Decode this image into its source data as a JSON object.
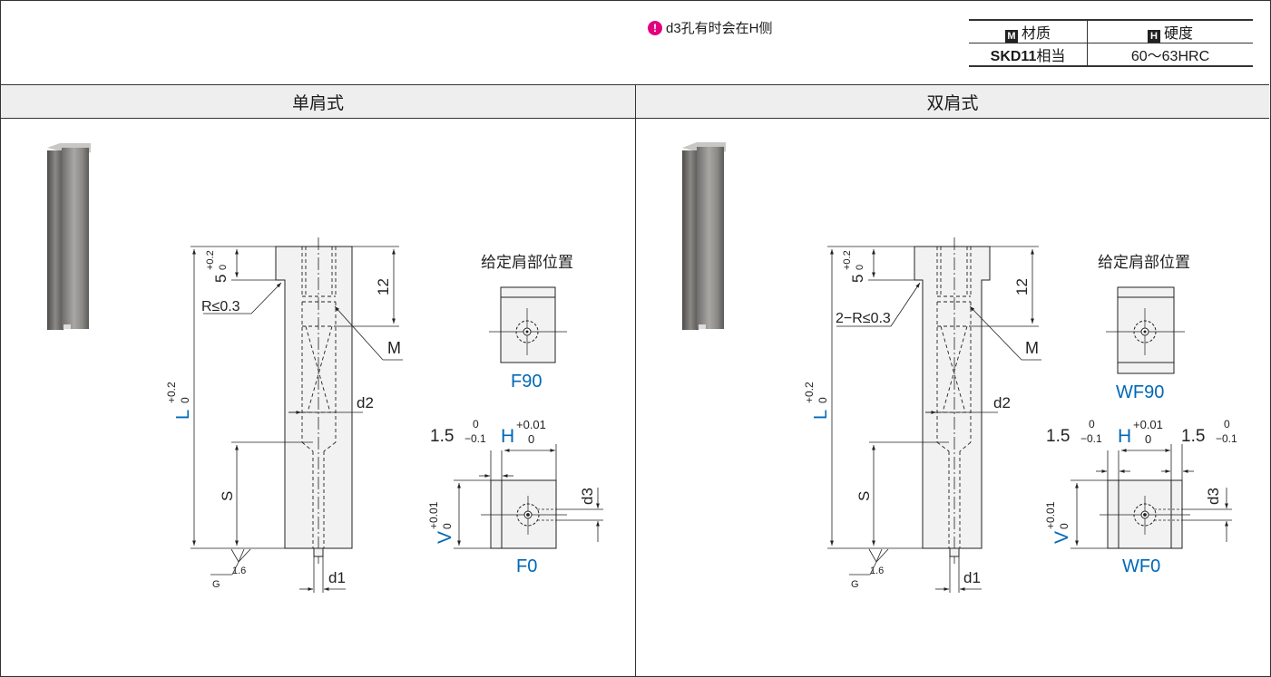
{
  "note": {
    "icon": "exclamation-icon",
    "text": "d3孔有时会在H侧"
  },
  "material_table": {
    "material_badge": "M",
    "material_header": "材质",
    "hardness_badge": "H",
    "hardness_header": "硬度",
    "material_value_bold": "SKD11",
    "material_value_suffix": "相当",
    "hardness_value": "60～63HRC"
  },
  "sections": {
    "single": {
      "title": "单肩式",
      "r_label": "R≤0.3",
      "shoulder_title": "给定肩部位置",
      "top_view_code": "F90",
      "bottom_view_code": "F0"
    },
    "double": {
      "title": "双肩式",
      "r_label": "2−R≤0.3",
      "shoulder_title": "给定肩部位置",
      "top_view_code": "WF90",
      "bottom_view_code": "WF0"
    }
  },
  "dims": {
    "five": "5",
    "five_tol_upper": "+0.2",
    "five_tol_lower": "0",
    "twelve": "12",
    "M": "M",
    "L": "L",
    "L_tol_upper": "+0.2",
    "L_tol_lower": "0",
    "d2": "d2",
    "S": "S",
    "d1": "d1",
    "G": "G",
    "roughness": "1.6",
    "one_five": "1.5",
    "one_five_tol_upper": "0",
    "one_five_tol_lower": "−0.1",
    "H": "H",
    "H_tol_upper": "+0.01",
    "H_tol_lower": "0",
    "V": "V",
    "V_tol_upper": "+0.01",
    "V_tol_lower": "0",
    "d3": "d3"
  },
  "colors": {
    "blue": "#0068b7",
    "pink": "#e3007f",
    "line": "#222222",
    "fill": "#f2f2f2",
    "header": "#eeeeee"
  }
}
